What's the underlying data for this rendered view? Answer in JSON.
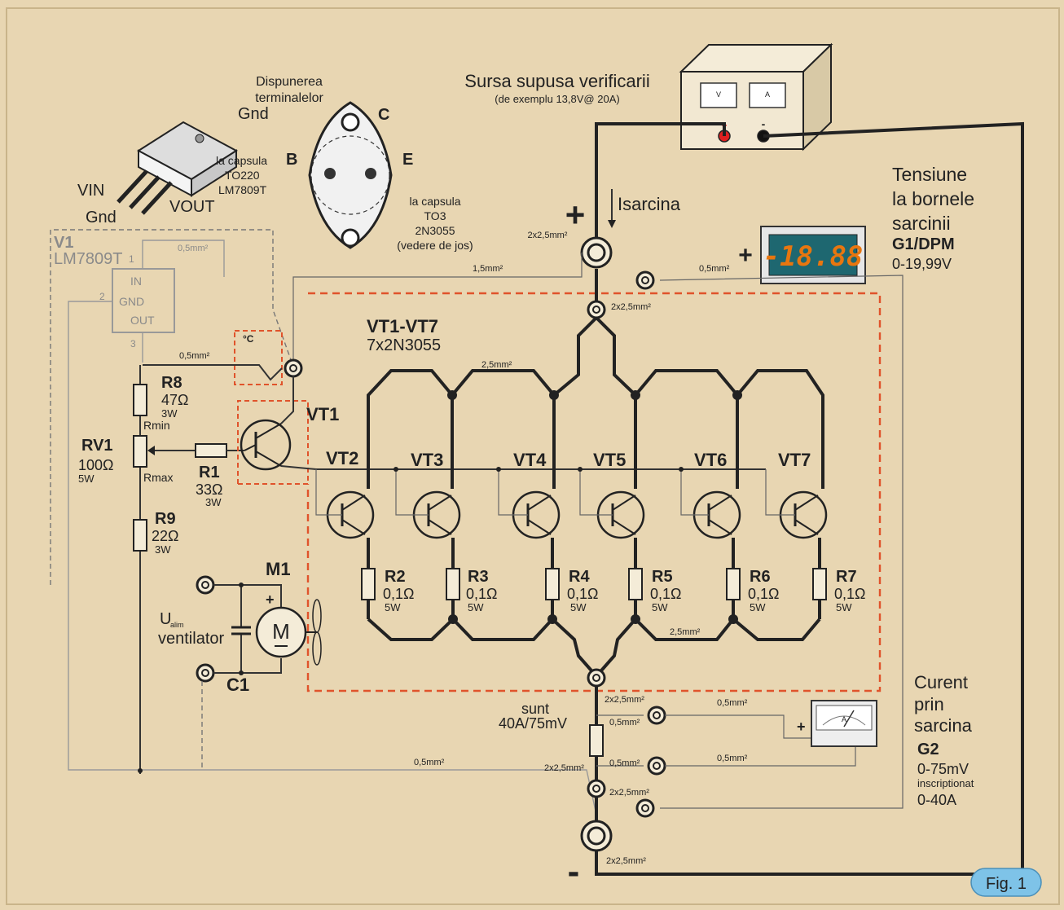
{
  "title": "Sursa supusa verificarii",
  "subtitle": "(de exemplu 13,8V@ 20A)",
  "pin_layout": "Dispunerea terminalelor",
  "to220": {
    "gnd_top": "Gnd",
    "vin": "VIN",
    "gnd": "Gnd",
    "vout": "VOUT",
    "caption1": "la capsula",
    "caption2": "TO220",
    "caption3": "LM7809T"
  },
  "to3": {
    "c": "C",
    "b": "B",
    "e": "E",
    "caption1": "la capsula",
    "caption2": "TO3",
    "caption3": "2N3055",
    "caption4": "(vedere de jos)"
  },
  "v1": {
    "name": "V1",
    "part": "LM7809T",
    "in": "IN",
    "gnd": "GND",
    "out": "OUT",
    "p1": "1",
    "p2": "2",
    "p3": "3"
  },
  "labels": {
    "isarcina": "Isarcina",
    "tensiune1": "Tensiune",
    "tensiune2": "la bornele",
    "tensiune3": "sarcinii",
    "g1": "G1/DPM",
    "g1_range": "0-19,99V",
    "dpm_reading": "-18.88",
    "vt_group": "VT1-VT7",
    "vt_group_desc": "7x2N3055",
    "vt1": "VT1",
    "vt2": "VT2",
    "vt3": "VT3",
    "vt4": "VT4",
    "vt5": "VT5",
    "vt6": "VT6",
    "vt7": "VT7",
    "r8": "R8",
    "r8_val": "47Ω",
    "r8_w": "3W",
    "rv1": "RV1",
    "rv1_val": "100Ω",
    "rv1_w": "5W",
    "rmin": "Rmin",
    "rmax": "Rmax",
    "r1": "R1",
    "r1_val": "33Ω",
    "r1_w": "3W",
    "r9": "R9",
    "r9_val": "22Ω",
    "r9_w": "3W",
    "m1": "M1",
    "ualim": "U",
    "ualim_sub": "alim",
    "ventilator": "ventilator",
    "c1": "C1",
    "sunt": "sunt",
    "sunt_val": "40A/75mV",
    "curent1": "Curent",
    "curent2": "prin",
    "curent3": "sarcina",
    "g2": "G2",
    "g2_range": "0-75mV",
    "inscriptionat": "inscriptionat",
    "g2_range2": "0-40A",
    "temp": "°C",
    "plus": "+",
    "minus": "-",
    "fig": "Fig. 1"
  },
  "res_labels": [
    {
      "name": "R2",
      "val": "0,1Ω",
      "w": "5W"
    },
    {
      "name": "R3",
      "val": "0,1Ω",
      "w": "5W"
    },
    {
      "name": "R4",
      "val": "0,1Ω",
      "w": "5W"
    },
    {
      "name": "R5",
      "val": "0,1Ω",
      "w": "5W"
    },
    {
      "name": "R6",
      "val": "0,1Ω",
      "w": "5W"
    },
    {
      "name": "R7",
      "val": "0,1Ω",
      "w": "5W"
    }
  ],
  "wire_labels": {
    "w05a": "0,5mm²",
    "w15": "1,5mm²",
    "w05b": "0,5mm²",
    "w2x25a": "2x2,5mm²",
    "w2x25b": "2x2,5mm²",
    "w25a": "2,5mm²",
    "w05c": "0,5mm²",
    "w25b": "2,5mm²",
    "w2x25c": "2x2,5mm²",
    "w05d": "0,5mm²",
    "w05e": "0,5mm²",
    "w05f": "0,5mm²",
    "w05g": "0,5mm²",
    "w2x25d": "2x2,5mm²",
    "w2x25e": "2x2,5mm²",
    "w2x25f": "2x2,5mm²"
  },
  "colors": {
    "background": "#e8d6b2",
    "dashed_box": "#e0532b",
    "dpm_digits": "#e8760f",
    "fig_badge": "#7ec3e8"
  }
}
